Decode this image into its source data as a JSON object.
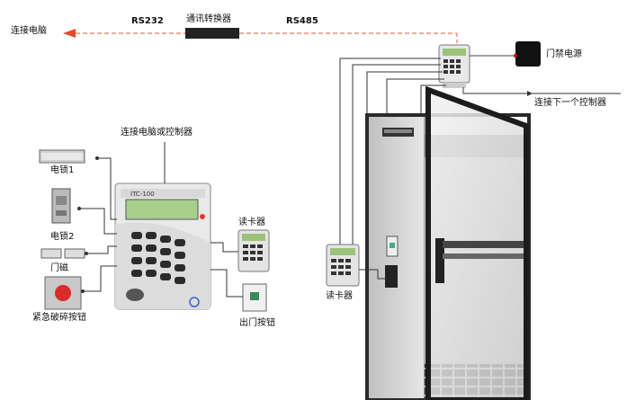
{
  "labels": {
    "pc": "连接电脑",
    "rs232": "RS232",
    "converter": "通讯转换器",
    "rs485": "RS485",
    "door_power": "门禁电源",
    "next_controller": "连接下一个控制器",
    "pc_or_controller": "连接电脑或控制器",
    "lock1": "电锁1",
    "lock2": "电锁2",
    "door_sensor": "门磁",
    "emergency": "紧急破碎按钮",
    "reader_a": "读卡器",
    "exit_button": "出门按钮",
    "reader_b": "读卡器"
  },
  "controller": {
    "model": "ITC-100"
  },
  "colors": {
    "rs_line": "#e07a5f",
    "wire": "#333333",
    "door_frame": "#2a2a2a",
    "wall": "#d4d4d4",
    "floor_tile": "#3a3a3a"
  }
}
